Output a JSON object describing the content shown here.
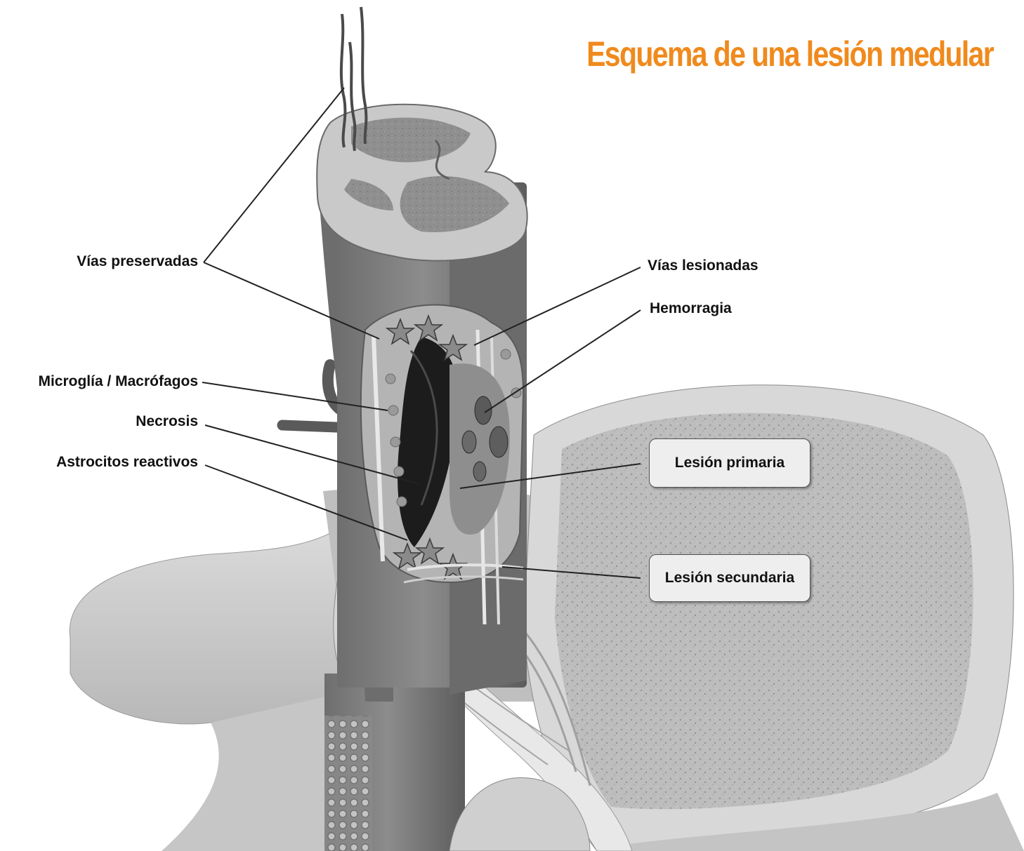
{
  "title": "Esquema de una lesión medular",
  "labels": {
    "vias_preservadas": "Vías preservadas",
    "microglia": "Microglía / Macrófagos",
    "necrosis": "Necrosis",
    "astrocitos": "Astrocitos reactivos",
    "vias_lesionadas": "Vías lesionadas",
    "hemorragia": "Hemorragia",
    "lesion_primaria": "Lesión primaria",
    "lesion_secundaria": "Lesión secundaria"
  },
  "colors": {
    "title": "#f08a1d",
    "label_text": "#111111",
    "leader_line": "#222222",
    "box_fill": "#eeeeee"
  }
}
